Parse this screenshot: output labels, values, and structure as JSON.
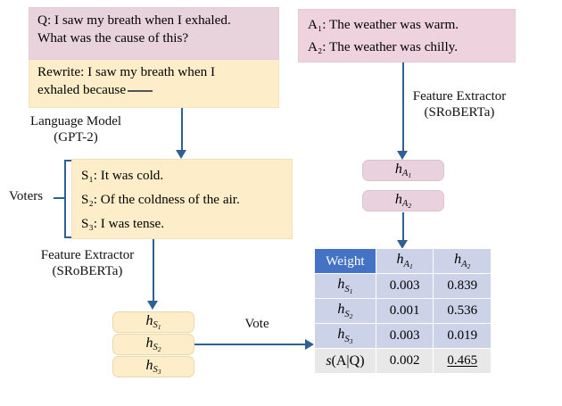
{
  "diagram": {
    "question_box": {
      "line1": "Q: I saw my breath when I exhaled.",
      "line2": "What was the cause of this?"
    },
    "rewrite_box": {
      "line1": "Rewrite: I saw my breath when I",
      "line2_prefix": "exhaled because"
    },
    "answers_box": {
      "a1": "A₁: The weather was warm.",
      "a2": "A₂: The weather was chilly."
    },
    "voters_box": {
      "s1": "S₁: It was cold.",
      "s2": "S₂: Of the coldness of the air.",
      "s3": "S₃: I was tense."
    },
    "labels": {
      "language_model_line1": "Language Model",
      "language_model_line2": "(GPT-2)",
      "feature_extractor_right_line1": "Feature Extractor",
      "feature_extractor_right_line2": "(SRoBERTa)",
      "feature_extractor_left_line1": "Feature Extractor",
      "feature_extractor_left_line2": "(SRoBERTa)",
      "voters": "Voters",
      "vote": "Vote"
    },
    "answer_vectors": [
      {
        "base": "h",
        "sub": "A",
        "subsub": "1"
      },
      {
        "base": "h",
        "sub": "A",
        "subsub": "2"
      }
    ],
    "sentence_vectors": [
      {
        "base": "h",
        "sub": "S",
        "subsub": "1"
      },
      {
        "base": "h",
        "sub": "S",
        "subsub": "2"
      },
      {
        "base": "h",
        "sub": "S",
        "subsub": "3"
      }
    ]
  },
  "weight_table": {
    "header": {
      "col0": "Weight",
      "col1_base": "h",
      "col1_sub": "A",
      "col1_subsub": "1",
      "col2_base": "h",
      "col2_sub": "A",
      "col2_subsub": "2"
    },
    "rows": [
      {
        "label_base": "h",
        "label_sub": "S",
        "label_subsub": "1",
        "v1": "0.003",
        "v2": "0.839",
        "v2_underlined": false
      },
      {
        "label_base": "h",
        "label_sub": "S",
        "label_subsub": "2",
        "v1": "0.001",
        "v2": "0.536",
        "v2_underlined": false
      },
      {
        "label_base": "h",
        "label_sub": "S",
        "label_subsub": "3",
        "v1": "0.003",
        "v2": "0.019",
        "v2_underlined": false
      }
    ],
    "score_row": {
      "label": "s(A|Q)",
      "v1": "0.002",
      "v2": "0.465",
      "v2_underlined": true
    }
  },
  "colors": {
    "pink": "#e8d3dd",
    "yellow": "#fdeec9",
    "arrow_blue": "#2f5f93",
    "header_blue": "#4472c4",
    "row_lavender": "#ccd3e8",
    "row_gray": "#e8e8e8"
  }
}
